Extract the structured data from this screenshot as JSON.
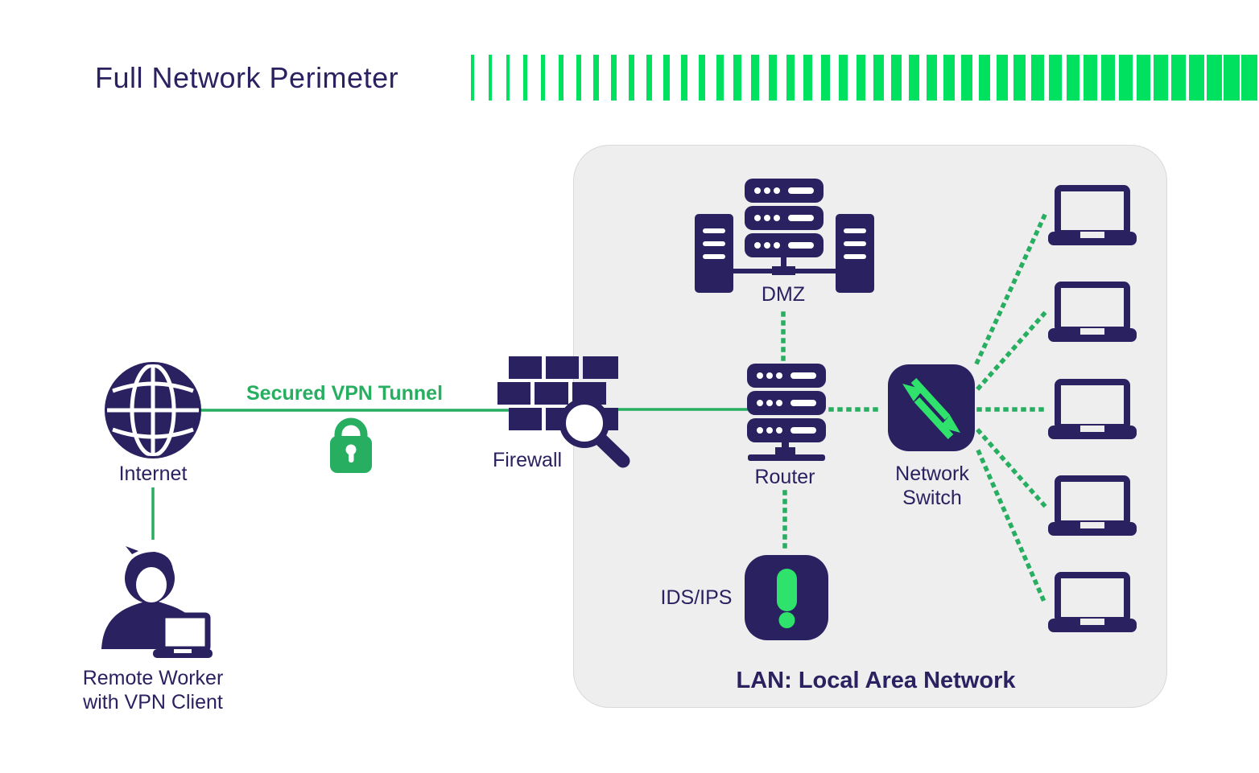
{
  "title": "Full Network Perimeter",
  "colors": {
    "navy": "#2A2160",
    "bright_green": "#00E25F",
    "icon_green": "#2EE26B",
    "line_green": "#27AE60",
    "lan_background": "#EEEEEF",
    "lan_border": "#D9D9DC"
  },
  "decor": {
    "top_bar_count": 45
  },
  "vpn": {
    "label": "Secured VPN Tunnel"
  },
  "nodes": {
    "internet": {
      "label": "Internet"
    },
    "remote_worker": {
      "line1": "Remote Worker",
      "line2": "with VPN Client"
    },
    "firewall": {
      "label": "Firewall"
    },
    "dmz": {
      "label": "DMZ"
    },
    "router": {
      "label": "Router"
    },
    "network_switch": {
      "line1": "Network",
      "line2": "Switch"
    },
    "ids_ips": {
      "label": "IDS/IPS"
    },
    "lan": {
      "label": "LAN: Local Area Network"
    },
    "laptops": {
      "count": 5
    }
  }
}
